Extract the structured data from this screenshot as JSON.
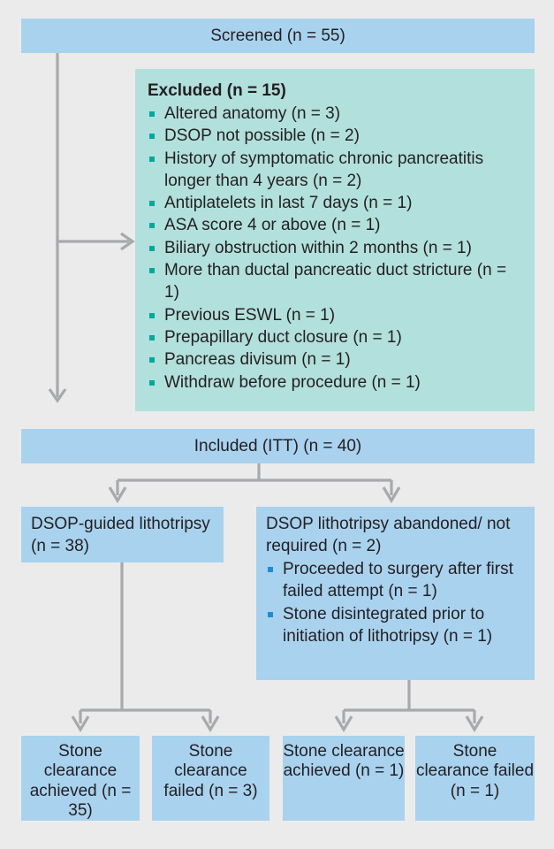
{
  "chart_data": {
    "type": "diagram",
    "title": "CONSORT-style patient flow diagram",
    "nodes": [
      {
        "id": "screened",
        "label": "Screened (n = 55)",
        "n": 55
      },
      {
        "id": "excluded",
        "label": "Excluded (n = 15)",
        "n": 15
      },
      {
        "id": "included",
        "label": "Included (ITT) (n = 40)",
        "n": 40
      },
      {
        "id": "dsop_guided",
        "label": "DSOP-guided lithotripsy (n = 38)",
        "n": 38
      },
      {
        "id": "dsop_abandoned",
        "label": "DSOP lithotripsy abandoned/ not required (n = 2)",
        "n": 2
      },
      {
        "id": "clear_ach_1",
        "label": "Stone clearance achieved (n = 35)",
        "n": 35
      },
      {
        "id": "clear_fail_1",
        "label": "Stone clearance failed (n = 3)",
        "n": 3
      },
      {
        "id": "clear_ach_2",
        "label": "Stone clearance achieved (n = 1)",
        "n": 1
      },
      {
        "id": "clear_fail_2",
        "label": "Stone clearance failed (n = 1)",
        "n": 1
      }
    ],
    "edges": [
      {
        "from": "screened",
        "to": "excluded"
      },
      {
        "from": "screened",
        "to": "included"
      },
      {
        "from": "included",
        "to": "dsop_guided"
      },
      {
        "from": "included",
        "to": "dsop_abandoned"
      },
      {
        "from": "dsop_guided",
        "to": "clear_ach_1"
      },
      {
        "from": "dsop_guided",
        "to": "clear_fail_1"
      },
      {
        "from": "dsop_abandoned",
        "to": "clear_ach_2"
      },
      {
        "from": "dsop_abandoned",
        "to": "clear_fail_2"
      }
    ]
  },
  "colors": {
    "background": "#ebebeb",
    "blue_box": "#a9d2ef",
    "teal_box": "#b2e0dc",
    "connector": "#a7a9ac",
    "teal_bullet": "#00a99d",
    "blue_bullet": "#1c8fd4",
    "text": "#231f20"
  },
  "screened": {
    "label": "Screened (n = 55)"
  },
  "excluded": {
    "title": "Excluded (n = 15)",
    "items": [
      "Altered anatomy (n = 3)",
      "DSOP not possible (n = 2)",
      "History of symptomatic chronic pancreatitis longer than 4 years (n = 2)",
      "Antiplatelets in last 7 days (n = 1)",
      "ASA score 4 or above (n = 1)",
      "Biliary obstruction within 2 months (n = 1)",
      "More than ductal pancreatic duct stricture (n = 1)",
      "Previous ESWL (n = 1)",
      "Prepapillary duct closure (n = 1)",
      "Pancreas divisum (n = 1)",
      "Withdraw before procedure (n = 1)"
    ]
  },
  "included": {
    "label": "Included (ITT) (n = 40)"
  },
  "arm_left": {
    "label": "DSOP-guided lithotripsy (n = 38)"
  },
  "arm_right": {
    "label": "DSOP lithotripsy abandoned/ not required (n = 2)",
    "items": [
      "Proceeded to surgery after first failed attempt (n = 1)",
      "Stone disintegrated prior to initiation of lithotripsy (n = 1)"
    ]
  },
  "outcomes": [
    {
      "label": "Stone clearance achieved (n = 35)"
    },
    {
      "label": "Stone clearance failed (n = 3)"
    },
    {
      "label": "Stone clearance achieved (n = 1)"
    },
    {
      "label": "Stone clearance failed (n = 1)"
    }
  ]
}
